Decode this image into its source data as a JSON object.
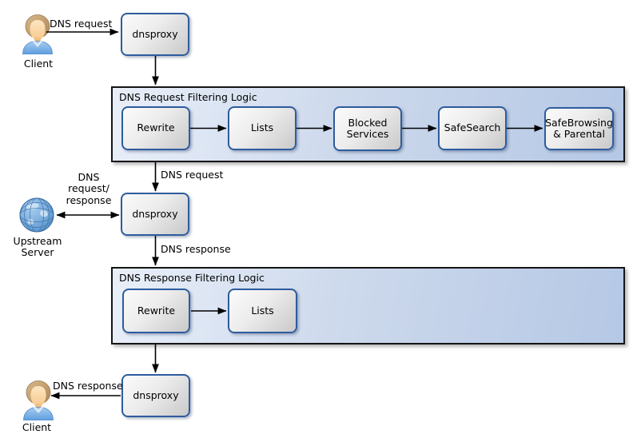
{
  "diagram_type": "flowchart",
  "colors": {
    "node_border": "#2e5c9e",
    "node_fill_light": "#fbfbfb",
    "node_fill_dark": "#c9c9c9",
    "container_fill_light": "#e9eff9",
    "container_fill_dark": "#b5c8e5",
    "container_border": "#151515",
    "arrow": "#000000",
    "globe_blue": "#5e9bd6",
    "shirt_blue": "#6cabe8",
    "hair_tan": "#c49a66",
    "background": "#ffffff"
  },
  "actors": {
    "client_top": "Client",
    "client_bottom": "Client",
    "upstream_server": "Upstream Server"
  },
  "nodes": {
    "proxy_top": "dnsproxy",
    "proxy_mid": "dnsproxy",
    "proxy_bottom": "dnsproxy"
  },
  "request_pipeline": {
    "title": "DNS Request Filtering Logic",
    "steps": [
      "Rewrite",
      "Lists",
      "Blocked Services",
      "SafeSearch",
      "SafeBrowsing & Parental"
    ]
  },
  "response_pipeline": {
    "title": "DNS Response Filtering Logic",
    "steps": [
      "Rewrite",
      "Lists"
    ]
  },
  "edge_labels": {
    "client_request": "DNS request",
    "request_to_proxy": "DNS request",
    "upstream_exchange": "DNS request/ response",
    "response_from_proxy": "DNS response",
    "response_to_client": "DNS response"
  }
}
